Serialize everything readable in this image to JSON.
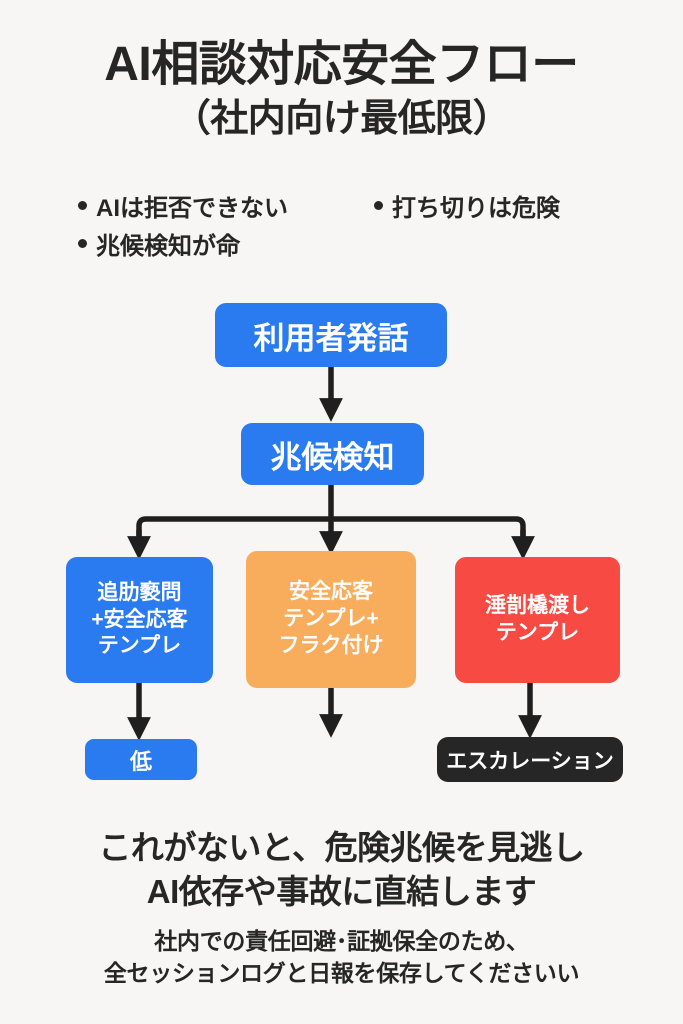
{
  "header": {
    "title": "AI相談対応安全フロー",
    "subtitle": "（社内向け最低限）"
  },
  "bullets": [
    {
      "text": "AIは拒否できない"
    },
    {
      "text": "打ち切りは危険"
    },
    {
      "text": "兆候検知が命"
    }
  ],
  "flow": {
    "nodes": [
      {
        "id": "utterance",
        "label": "利用者発話",
        "color": "#2a7bf0",
        "text_color": "#ffffff"
      },
      {
        "id": "detect",
        "label": "兆候検知",
        "color": "#2a7bf0",
        "text_color": "#ffffff"
      },
      {
        "id": "followup",
        "lines": [
          "追肋褻問",
          "+安全応客",
          "テンプレ"
        ],
        "color": "#2a7bf0",
        "text_color": "#ffffff"
      },
      {
        "id": "safe",
        "lines": [
          "安全応客",
          "テンプレ+",
          "フラク付け"
        ],
        "color": "#f8ad5d",
        "text_color": "#ffffff"
      },
      {
        "id": "handoff",
        "lines": [
          "涶剒橇渡し",
          "テンプレ"
        ],
        "color": "#f74a42",
        "text_color": "#ffffff"
      },
      {
        "id": "low",
        "label": "低",
        "color": "#2a7bf0",
        "text_color": "#ffffff"
      },
      {
        "id": "escalation",
        "label": "エスカレーション",
        "color": "#262626",
        "text_color": "#ffffff"
      }
    ],
    "connector_color": "#1f1f1f"
  },
  "footer": {
    "lede_line1": "これがないと、危険兆候を見逃し",
    "lede_line2": "AI依存や事故に直結します",
    "note_line1": "社内での責任回避･証拠保全のため、",
    "note_line2": "全セッションログと日報を保存してくださいい"
  },
  "theme": {
    "background": "#f7f6f4",
    "ink": "#262626",
    "blue": "#2a7bf0",
    "orange": "#f8ad5d",
    "red": "#f74a42",
    "dark": "#262626"
  }
}
